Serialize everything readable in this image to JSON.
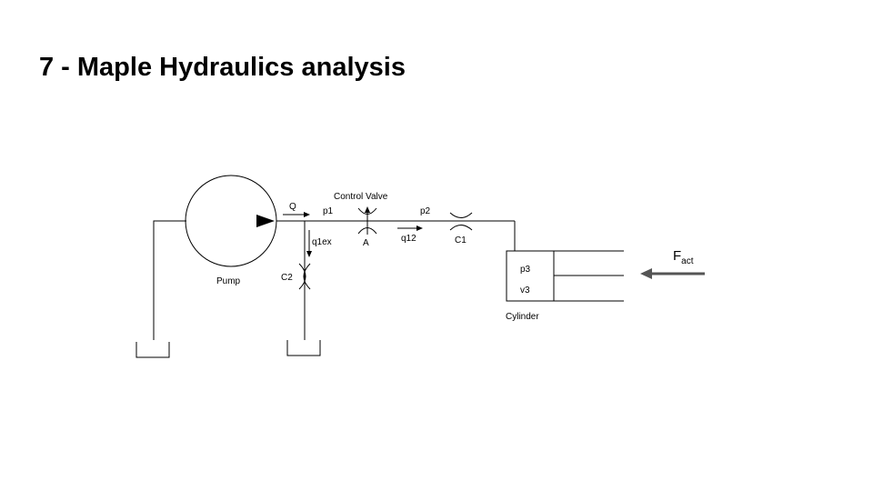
{
  "slide": {
    "title": "7 - Maple Hydraulics analysis"
  },
  "diagram": {
    "labels": {
      "pump": "Pump",
      "flow_q": "Q",
      "p1": "p1",
      "control_valve": "Control Valve",
      "valve_area": "A",
      "p2": "p2",
      "q12": "q12",
      "c1": "C1",
      "q1ex": "q1ex",
      "c2": "C2",
      "p3": "p3",
      "v3": "v3",
      "cylinder": "Cylinder"
    },
    "force": {
      "symbol": "F",
      "subscript": "act"
    }
  },
  "colors": {
    "line": "#000000",
    "force_arrow": "#555555"
  }
}
